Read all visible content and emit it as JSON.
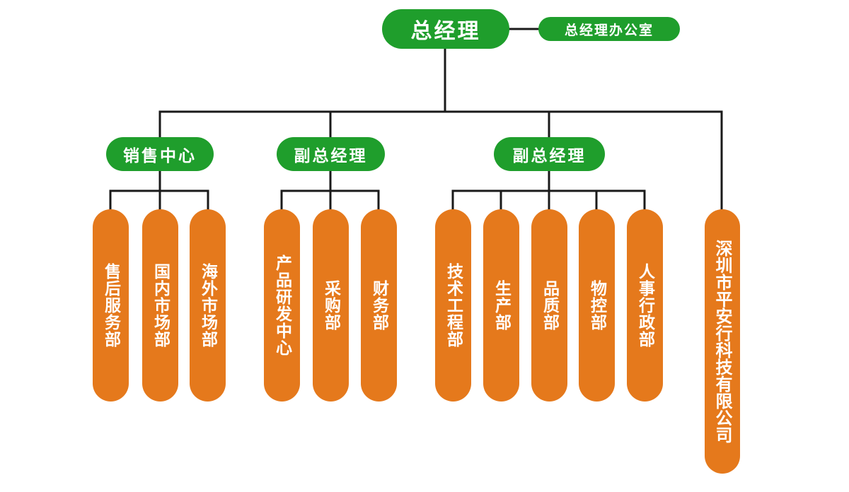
{
  "org_chart": {
    "root": {
      "label": "总经理"
    },
    "root_office": {
      "label": "总经理办公室"
    },
    "level2": [
      {
        "label": "销售中心"
      },
      {
        "label": "副总经理"
      },
      {
        "label": "副总经理"
      }
    ],
    "sales_departments": [
      {
        "label": "售后服务部"
      },
      {
        "label": "国内市场部"
      },
      {
        "label": "海外市场部"
      }
    ],
    "vp1_departments": [
      {
        "label": "产品研发中心"
      },
      {
        "label": "采购部"
      },
      {
        "label": "财务部"
      }
    ],
    "vp2_departments": [
      {
        "label": "技术工程部"
      },
      {
        "label": "生产部"
      },
      {
        "label": "品质部"
      },
      {
        "label": "物控部"
      },
      {
        "label": "人事行政部"
      }
    ],
    "subsidiary": {
      "label": "深圳市平安行科技有限公司"
    }
  },
  "colors": {
    "management_node": "#1f9e2c",
    "department_node": "#e5791c",
    "connector": "#1a1a1a",
    "text": "#ffffff"
  }
}
